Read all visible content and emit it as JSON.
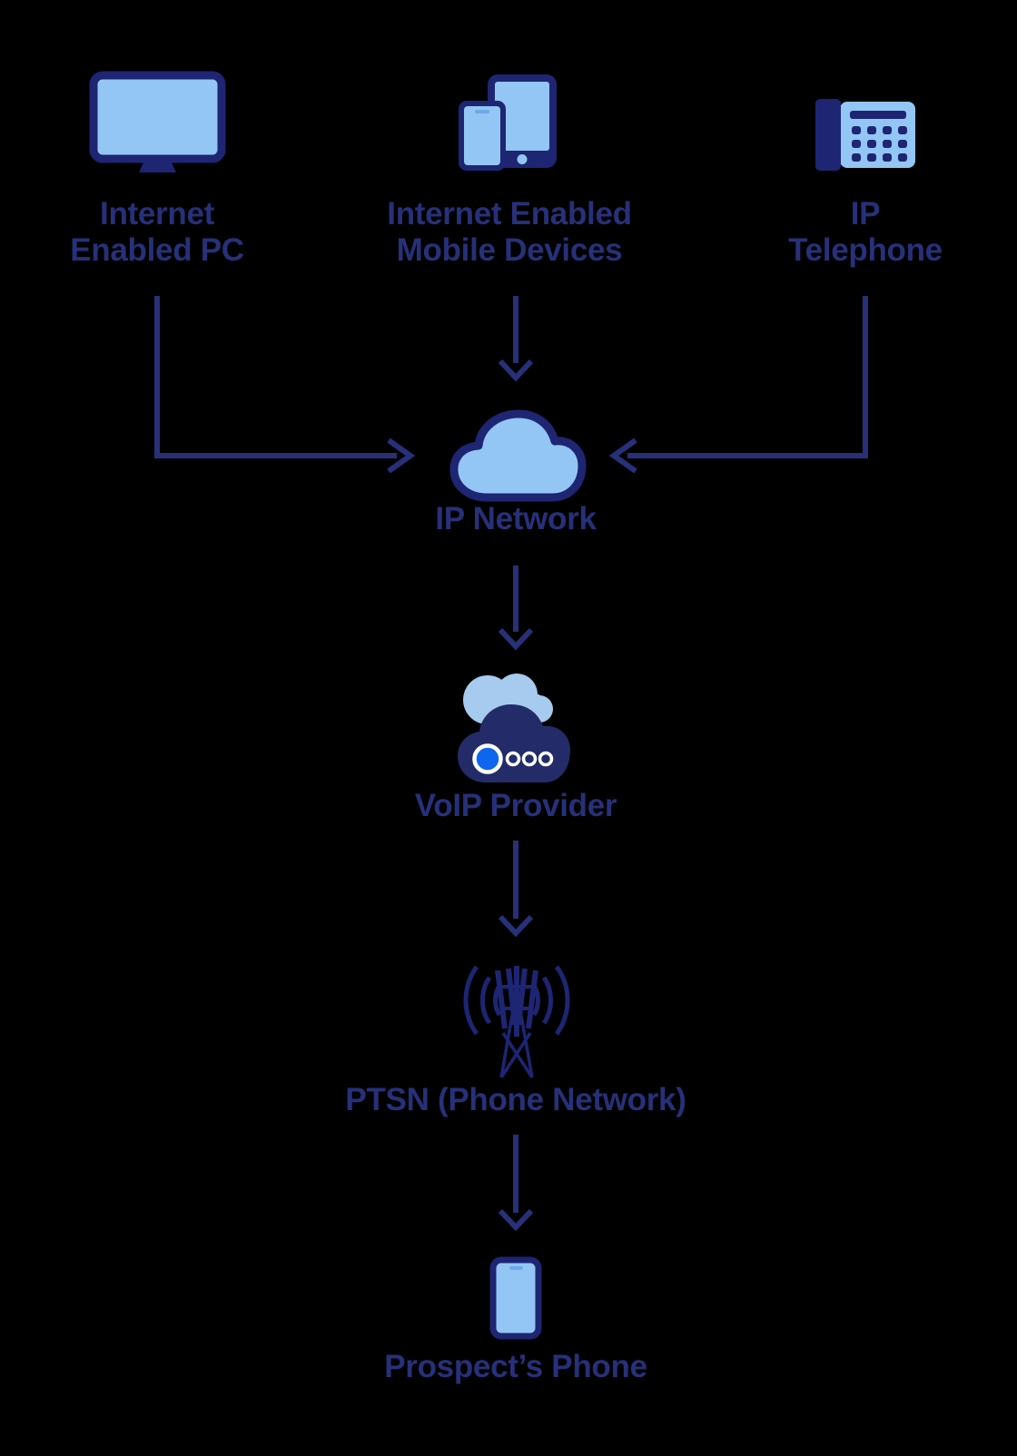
{
  "diagram": {
    "description": "VoIP call flow diagram",
    "nodes": {
      "pc": {
        "line1": "Internet",
        "line2": "Enabled PC",
        "icon": "desktop-monitor-icon"
      },
      "mobile": {
        "line1": "Internet Enabled",
        "line2": "Mobile Devices",
        "icon": "mobile-devices-icon"
      },
      "ip_phone": {
        "line1": "IP",
        "line2": "Telephone",
        "icon": "ip-telephone-icon"
      },
      "ip_network": {
        "label": "IP Network",
        "icon": "cloud-icon"
      },
      "voip": {
        "label": "VoIP Provider",
        "icon": "voip-cloud-icon"
      },
      "ptsn": {
        "label": "PTSN (Phone Network)",
        "icon": "cell-tower-icon"
      },
      "prospect": {
        "label": "Prospect’s Phone",
        "icon": "smartphone-icon"
      }
    },
    "connections": [
      {
        "from": "internet-enabled-pc",
        "to": "ip-network"
      },
      {
        "from": "internet-enabled-mobile-devices",
        "to": "ip-network"
      },
      {
        "from": "ip-telephone",
        "to": "ip-network"
      },
      {
        "from": "ip-network",
        "to": "voip-provider"
      },
      {
        "from": "voip-provider",
        "to": "ptsn-phone-network"
      },
      {
        "from": "ptsn-phone-network",
        "to": "prospects-phone"
      }
    ]
  },
  "colors": {
    "background": "#000000",
    "line_navy": "#273079",
    "text_navy": "#273079",
    "icon_navy": "#1e2573",
    "light_blue": "#93c6f4",
    "back_cloud_blue": "#a6cbef",
    "dark_cloud_navy": "#242b69",
    "bright_blue": "#0e66ef",
    "speaker_blue": "#6fa8ea",
    "white": "#ffffff"
  }
}
